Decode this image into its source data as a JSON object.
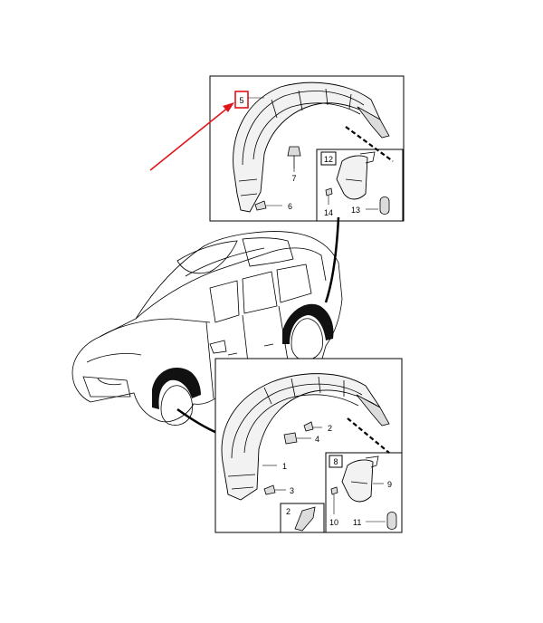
{
  "diagram": {
    "callouts_top": {
      "highlighted": "5",
      "c7": "7",
      "c6": "6",
      "c12": "12",
      "c14": "14",
      "c13": "13"
    },
    "callouts_bottom": {
      "c2a": "2",
      "c4": "4",
      "c1": "1",
      "c3": "3",
      "c8": "8",
      "c9": "9",
      "c2b": "2",
      "c10": "10",
      "c11": "11"
    },
    "colors": {
      "highlight": "#e0141b",
      "arrow": "#e0141b",
      "line": "#000000",
      "liner_fill": "#f2f2f2",
      "wheel_well_fill": "#111111"
    }
  }
}
